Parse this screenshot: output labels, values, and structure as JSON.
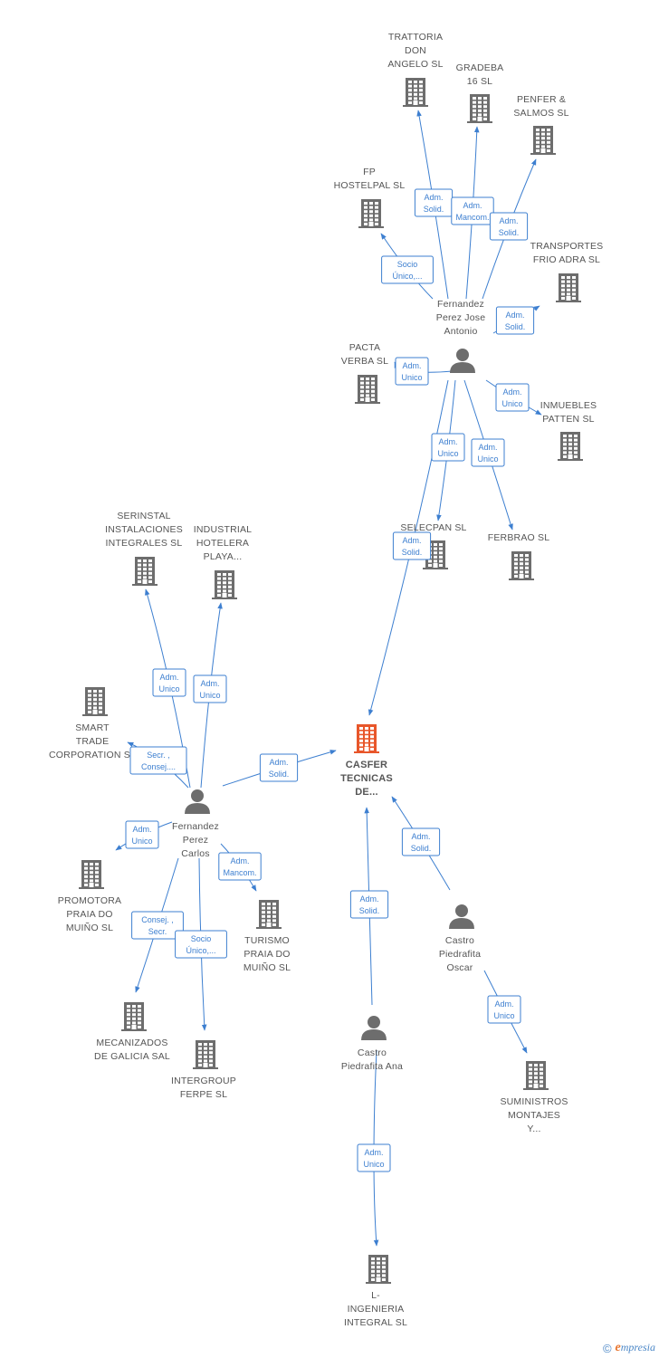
{
  "colors": {
    "edge": "#3d7fd0",
    "building": "#6d6d6d",
    "main_building": "#e8562a",
    "person": "#6d6d6d",
    "label": "#555555"
  },
  "nodes": [
    {
      "id": "casfer",
      "type": "company",
      "main": true,
      "lines": [
        "CASFER",
        "TECNICAS",
        "DE..."
      ]
    },
    {
      "id": "trattoria",
      "type": "company",
      "lines": [
        "TRATTORIA",
        "DON",
        "ANGELO SL"
      ]
    },
    {
      "id": "gradeba",
      "type": "company",
      "lines": [
        "GRADEBA",
        "16 SL"
      ]
    },
    {
      "id": "penfer",
      "type": "company",
      "lines": [
        "PENFER &",
        "SALMOS SL"
      ]
    },
    {
      "id": "fphostelpal",
      "type": "company",
      "lines": [
        "FP",
        "HOSTELPAL SL"
      ]
    },
    {
      "id": "transportes",
      "type": "company",
      "lines": [
        "TRANSPORTES",
        "FRIO ADRA  SL"
      ]
    },
    {
      "id": "pacta",
      "type": "company",
      "lines": [
        "PACTA",
        "VERBA  SL"
      ]
    },
    {
      "id": "inmuebles",
      "type": "company",
      "lines": [
        "INMUEBLES",
        "PATTEN SL"
      ]
    },
    {
      "id": "selecpan",
      "type": "company",
      "lines": [
        "SELECPAN  SL"
      ]
    },
    {
      "id": "ferbrao",
      "type": "company",
      "lines": [
        "FERBRAO  SL"
      ]
    },
    {
      "id": "serinstal",
      "type": "company",
      "lines": [
        "SERINSTAL",
        "INSTALACIONES",
        "INTEGRALES SL"
      ]
    },
    {
      "id": "industrial",
      "type": "company",
      "lines": [
        "INDUSTRIAL",
        "HOTELERA",
        "PLAYA..."
      ]
    },
    {
      "id": "smart",
      "type": "company",
      "lines": [
        "SMART",
        "TRADE",
        "CORPORATION SL"
      ]
    },
    {
      "id": "promotora",
      "type": "company",
      "lines": [
        "PROMOTORA",
        "PRAIA DO",
        "MUIÑO SL"
      ]
    },
    {
      "id": "turismo",
      "type": "company",
      "lines": [
        "TURISMO",
        "PRAIA DO",
        "MUIÑO SL"
      ]
    },
    {
      "id": "mecanizados",
      "type": "company",
      "lines": [
        "MECANIZADOS",
        "DE GALICIA SAL"
      ]
    },
    {
      "id": "intergroup",
      "type": "company",
      "lines": [
        "INTERGROUP",
        "FERPE  SL"
      ]
    },
    {
      "id": "suministros",
      "type": "company",
      "lines": [
        "SUMINISTROS",
        "MONTAJES",
        "Y..."
      ]
    },
    {
      "id": "lingenieria",
      "type": "company",
      "lines": [
        "L-",
        "INGENIERIA",
        "INTEGRAL SL"
      ]
    },
    {
      "id": "fernandez_jose",
      "type": "person",
      "lines": [
        "Fernandez",
        "Perez Jose",
        "Antonio"
      ]
    },
    {
      "id": "fernandez_carlos",
      "type": "person",
      "lines": [
        "Fernandez",
        "Perez",
        "Carlos"
      ]
    },
    {
      "id": "castro_oscar",
      "type": "person",
      "lines": [
        "Castro",
        "Piedrafita",
        "Oscar"
      ]
    },
    {
      "id": "castro_ana",
      "type": "person",
      "lines": [
        "Castro",
        "Piedrafita Ana"
      ]
    }
  ],
  "edges": [
    {
      "from": "fernandez_jose",
      "to": "trattoria",
      "lines": [
        "Adm.",
        "Solid."
      ]
    },
    {
      "from": "fernandez_jose",
      "to": "gradeba",
      "lines": [
        "Adm.",
        "Mancom."
      ]
    },
    {
      "from": "fernandez_jose",
      "to": "penfer",
      "lines": [
        "Adm.",
        "Solid."
      ]
    },
    {
      "from": "fernandez_jose",
      "to": "fphostelpal",
      "lines": [
        "Socio",
        "Único,..."
      ]
    },
    {
      "from": "fernandez_jose",
      "to": "transportes",
      "lines": [
        "Adm.",
        "Solid."
      ]
    },
    {
      "from": "fernandez_jose",
      "to": "pacta",
      "lines": [
        "Adm.",
        "Unico"
      ]
    },
    {
      "from": "fernandez_jose",
      "to": "inmuebles",
      "lines": [
        "Adm.",
        "Unico"
      ]
    },
    {
      "from": "fernandez_jose",
      "to": "selecpan",
      "lines": [
        "Adm.",
        "Unico"
      ]
    },
    {
      "from": "fernandez_jose",
      "to": "ferbrao",
      "lines": [
        "Adm.",
        "Unico"
      ]
    },
    {
      "from": "fernandez_jose",
      "to": "casfer",
      "lines": [
        "Adm.",
        "Solid."
      ]
    },
    {
      "from": "fernandez_carlos",
      "to": "serinstal",
      "lines": [
        "Adm.",
        "Unico"
      ]
    },
    {
      "from": "fernandez_carlos",
      "to": "industrial",
      "lines": [
        "Adm.",
        "Unico"
      ]
    },
    {
      "from": "fernandez_carlos",
      "to": "smart",
      "lines": [
        "Secr. ,",
        "Consej...."
      ]
    },
    {
      "from": "fernandez_carlos",
      "to": "casfer",
      "lines": [
        "Adm.",
        "Solid."
      ]
    },
    {
      "from": "fernandez_carlos",
      "to": "promotora",
      "lines": [
        "Adm.",
        "Unico"
      ]
    },
    {
      "from": "fernandez_carlos",
      "to": "turismo",
      "lines": [
        "Adm.",
        "Mancom."
      ]
    },
    {
      "from": "fernandez_carlos",
      "to": "mecanizados",
      "lines": [
        "Consej. ,",
        "Secr."
      ]
    },
    {
      "from": "fernandez_carlos",
      "to": "intergroup",
      "lines": [
        "Socio",
        "Único,..."
      ]
    },
    {
      "from": "castro_oscar",
      "to": "casfer",
      "lines": [
        "Adm.",
        "Solid."
      ]
    },
    {
      "from": "castro_oscar",
      "to": "suministros",
      "lines": [
        "Adm.",
        "Unico"
      ]
    },
    {
      "from": "castro_ana",
      "to": "casfer",
      "lines": [
        "Adm.",
        "Solid."
      ]
    },
    {
      "from": "castro_ana",
      "to": "lingenieria",
      "lines": [
        "Adm.",
        "Unico"
      ]
    }
  ],
  "footer": {
    "copyright": "©",
    "brand": "mpresia",
    "brand_initial": "e"
  }
}
